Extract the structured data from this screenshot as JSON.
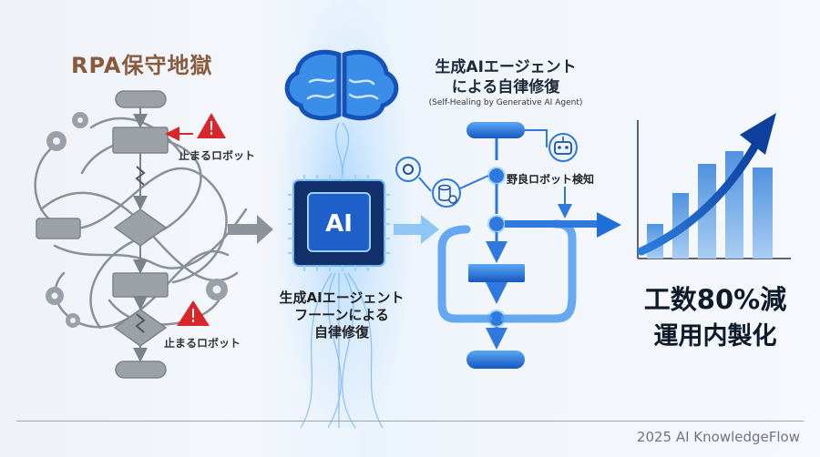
{
  "left": {
    "title": "RPA保守地獄",
    "warning_top": "止まるロボット",
    "warning_bottom": "止まるロボット"
  },
  "center": {
    "chip_text": "AI",
    "label": "生成AIエージェント\nフーーンによる\n自律修復"
  },
  "right": {
    "title": "生成AIエージェント\nによる自律修復",
    "subtitle": "(Self-Healing by Generative AI Agent)",
    "detect_label": "野良ロボット検知"
  },
  "result": {
    "line1": "工数80%減",
    "line2": "運用内製化"
  },
  "footer": "2025 AI KnowledgeFlow",
  "colors": {
    "accent_blue": "#1e6fd9",
    "warning_red": "#d8262a",
    "gray_flow": "#8b9098",
    "title_brown": "#8a5a3c"
  }
}
